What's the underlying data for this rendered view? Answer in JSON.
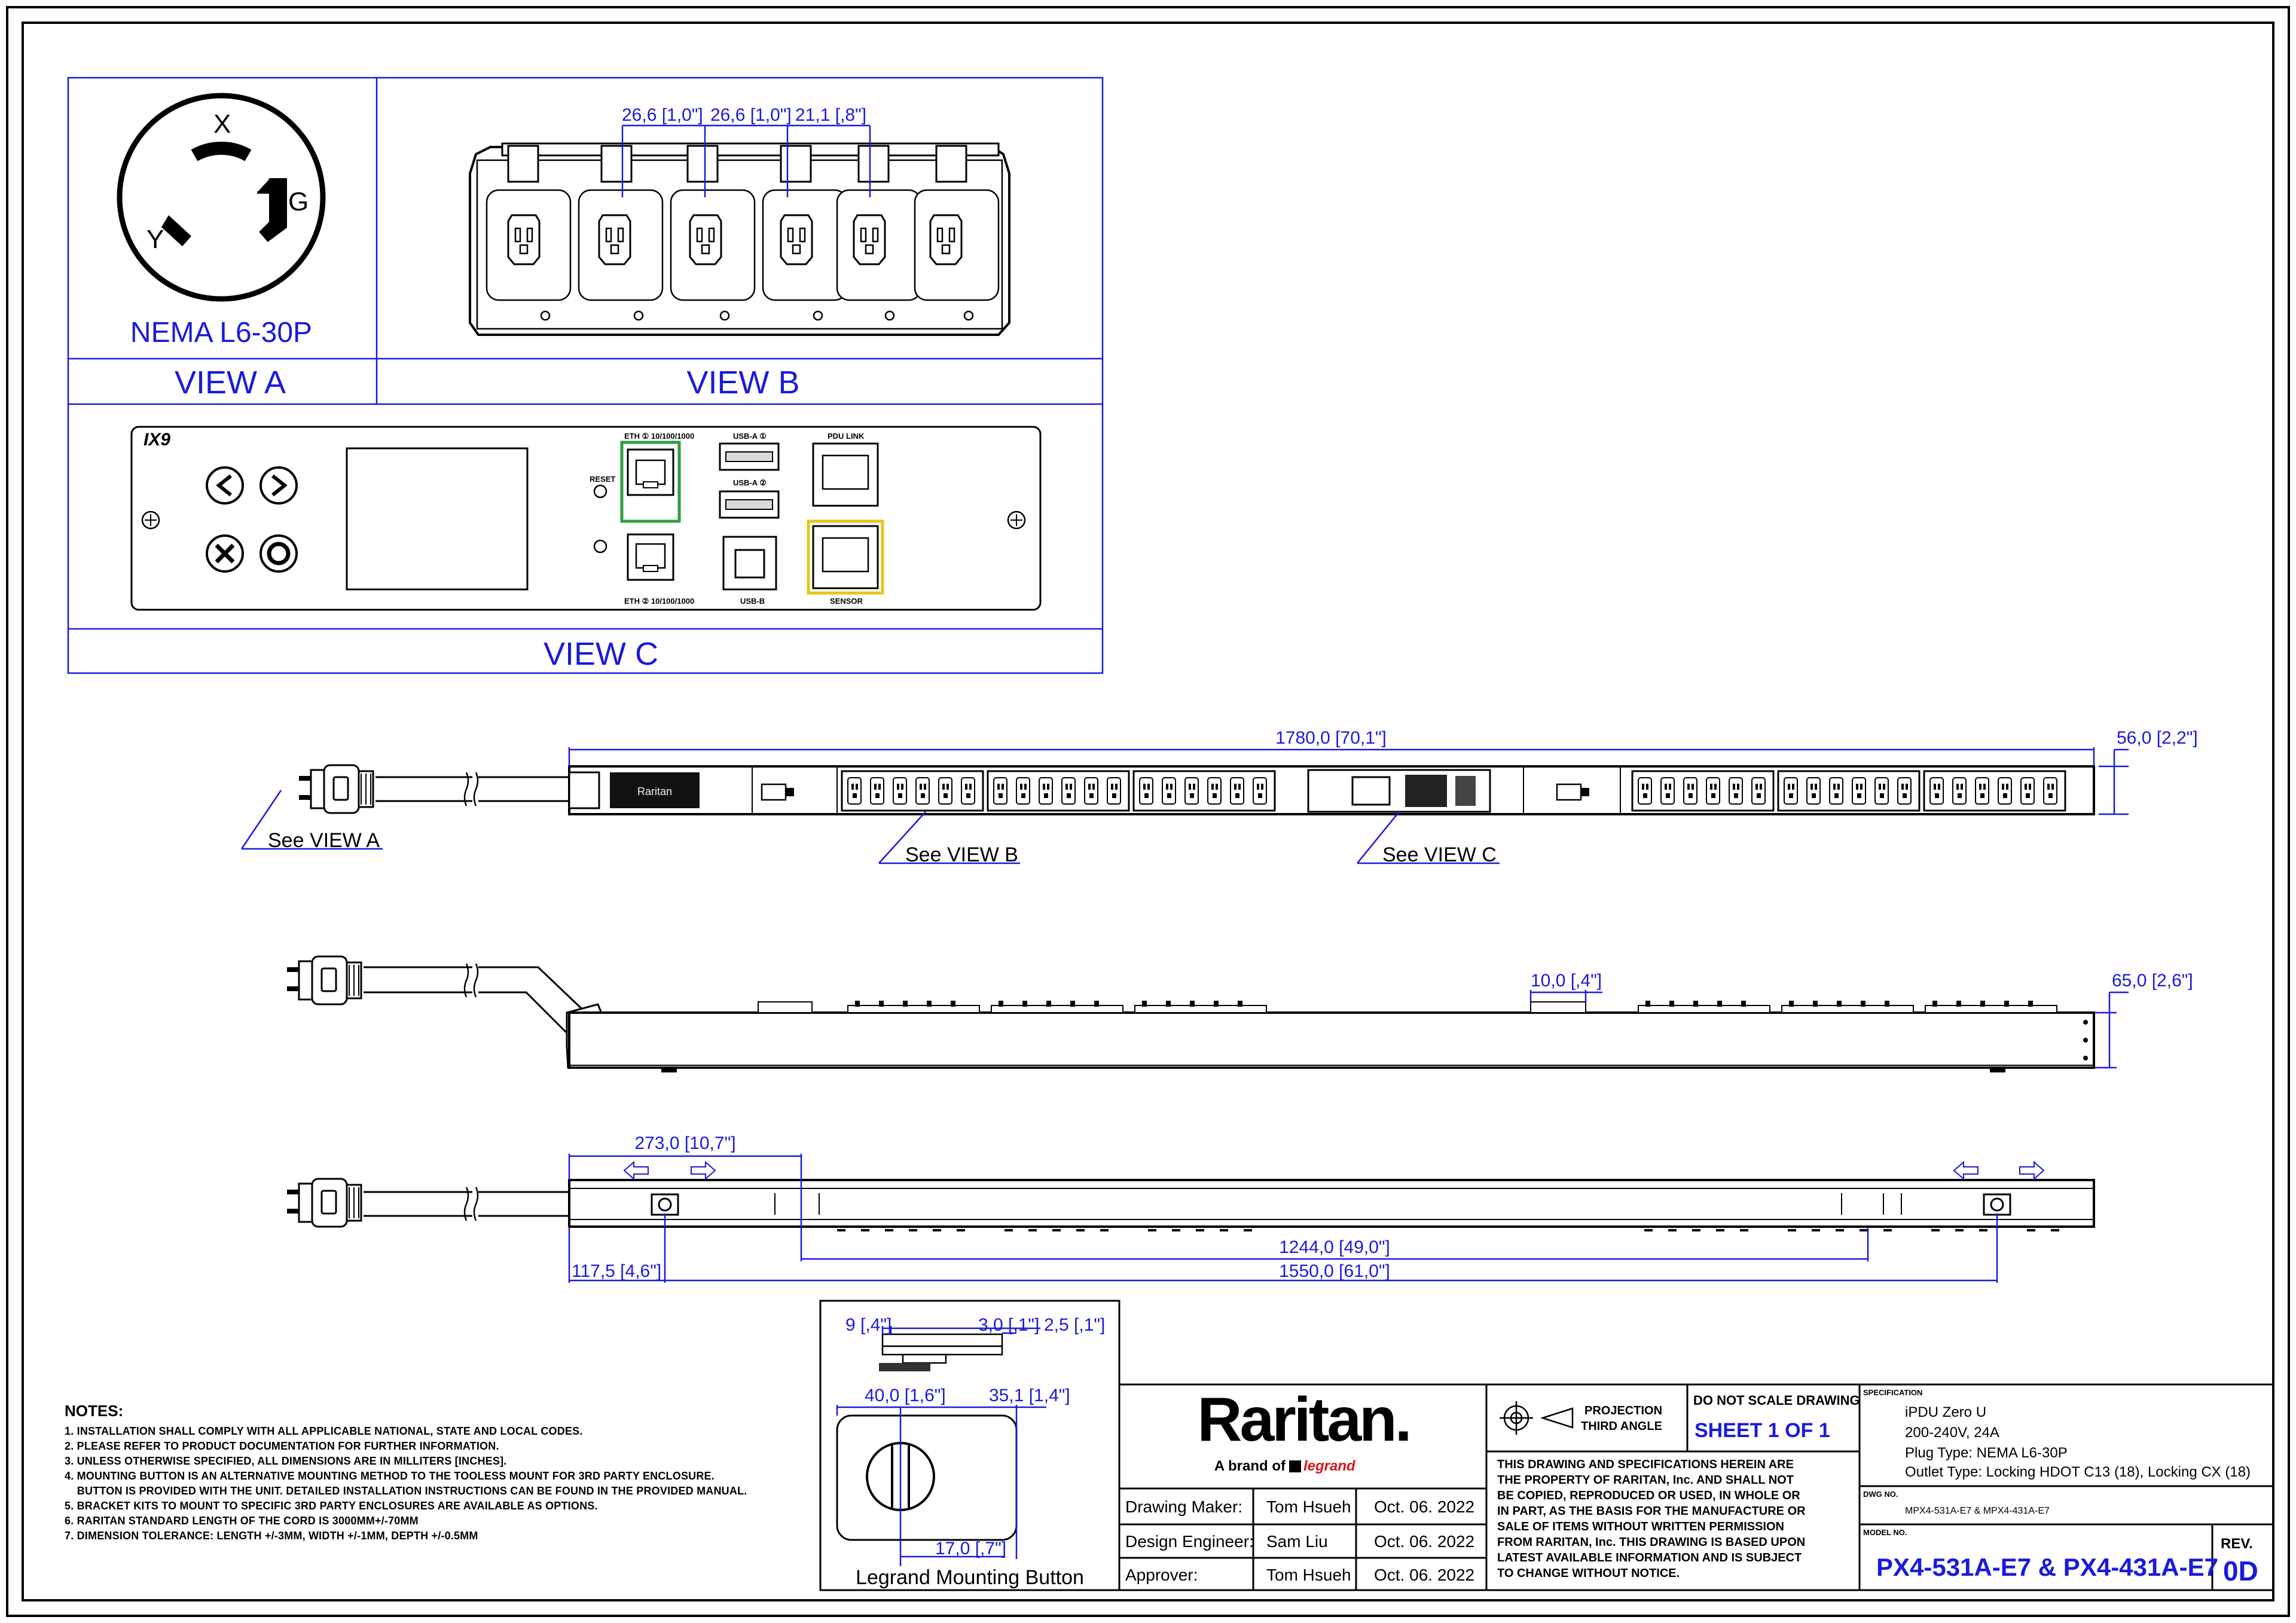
{
  "views": {
    "view_a": {
      "plug_label": "NEMA L6-30P",
      "caption": "VIEW A",
      "pins": [
        "X",
        "G",
        "Y"
      ]
    },
    "view_b": {
      "caption": "VIEW B",
      "dims": [
        "26,6 [1,0\"]",
        "26,6 [1,0\"]",
        "21,1 [,8\"]"
      ]
    },
    "view_c": {
      "caption": "VIEW C",
      "logo": "IX9",
      "port_labels": {
        "eth_top": "ETH ① 10/100/1000",
        "usb_a_top": "USB-A ①",
        "usb_a_mid": "USB-A ②",
        "pdu_link": "PDU LINK",
        "reset": "RESET",
        "eth_bottom": "ETH ② 10/100/1000",
        "usb_b": "USB-B",
        "sensor": "SENSOR"
      }
    }
  },
  "front_view": {
    "dim_length": "1780,0 [70,1\"]",
    "dim_width": "56,0 [2,2\"]",
    "callout_a": "See VIEW A",
    "callout_b": "See VIEW B",
    "callout_c": "See VIEW C",
    "badge": "Raritan"
  },
  "side_view": {
    "dim_button": "10,0 [,4\"]",
    "dim_depth": "65,0 [2,6\"]"
  },
  "back_view": {
    "dim_273": "273,0 [10,7\"]",
    "dim_1244": "1244,0 [49,0\"]",
    "dim_117": "117,5 [4,6\"]",
    "dim_1550": "1550,0 [61,0\"]"
  },
  "mounting_button": {
    "caption": "Legrand Mounting Button",
    "dim_9": "9 [,4\"]",
    "dim_3": "3,0 [,1\"]",
    "dim_2_5": "2,5 [,1\"]",
    "dim_40": "40,0 [1,6\"]",
    "dim_35": "35,1 [1,4\"]",
    "dim_17": "17,0 [,7\"]"
  },
  "notes": {
    "heading": "NOTES:",
    "items": [
      "1. INSTALLATION SHALL COMPLY WITH ALL APPLICABLE NATIONAL, STATE AND LOCAL CODES.",
      "2. PLEASE REFER TO PRODUCT DOCUMENTATION FOR FURTHER INFORMATION.",
      "3. UNLESS OTHERWISE SPECIFIED, ALL DIMENSIONS ARE IN MILLITERS [INCHES].",
      "4. MOUNTING BUTTON IS AN ALTERNATIVE MOUNTING METHOD TO THE TOOLESS MOUNT FOR 3RD PARTY ENCLOSURE.",
      "    BUTTON IS PROVIDED WITH THE UNIT. DETAILED INSTALLATION INSTRUCTIONS CAN BE FOUND IN THE PROVIDED MANUAL.",
      "5. BRACKET KITS TO MOUNT TO SPECIFIC 3RD PARTY ENCLOSURES ARE AVAILABLE AS OPTIONS.",
      "6. RARITAN STANDARD LENGTH OF THE CORD IS 3000MM+/-70MM",
      "7. DIMENSION TOLERANCE: LENGTH +/-3MM, WIDTH +/-1MM, DEPTH +/-0.5MM"
    ]
  },
  "title_block": {
    "brand": "Raritan.",
    "brand_sub": "A brand of",
    "brand_parent": "legrand",
    "people": [
      {
        "role": "Drawing Maker:",
        "name": "Tom Hsueh",
        "date": "Oct. 06. 2022"
      },
      {
        "role": "Design Engineer:",
        "name": "Sam Liu",
        "date": "Oct. 06. 2022"
      },
      {
        "role": "Approver:",
        "name": "Tom Hsueh",
        "date": "Oct. 06. 2022"
      }
    ],
    "projection": "PROJECTION\nTHIRD ANGLE",
    "projection_1": "PROJECTION",
    "projection_2": "THIRD ANGLE",
    "do_not_scale": "DO NOT SCALE DRAWING",
    "sheet": "SHEET 1 OF 1",
    "legal": [
      "THIS DRAWING AND SPECIFICATIONS HEREIN ARE",
      "THE PROPERTY OF RARITAN, Inc. AND SHALL NOT",
      "BE COPIED, REPRODUCED OR USED, IN WHOLE OR",
      "IN PART, AS THE BASIS FOR THE MANUFACTURE OR",
      "SALE OF ITEMS WITHOUT WRITTEN PERMISSION",
      "FROM RARITAN, Inc. THIS DRAWING IS BASED UPON",
      "LATEST AVAILABLE INFORMATION AND IS SUBJECT",
      "TO CHANGE WITHOUT NOTICE."
    ],
    "spec_label": "SPECIFICATION",
    "spec": [
      "iPDU Zero U",
      "200-240V, 24A",
      "Plug Type: NEMA L6-30P",
      "Outlet Type: Locking HDOT C13 (18), Locking CX (18)"
    ],
    "dwg_label": "DWG NO.",
    "dwg_no": "MPX4-531A-E7 & MPX4-431A-E7",
    "model_label": "MODEL NO.",
    "model_no": "PX4-531A-E7 & PX4-431A-E7",
    "rev_label": "REV.",
    "rev": "0D"
  },
  "colors": {
    "dimension": "#1a1adc",
    "eth_highlight": "#2e9e3e",
    "sensor_highlight": "#e6c619"
  }
}
